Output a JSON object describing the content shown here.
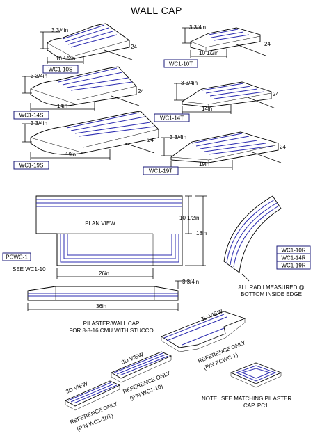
{
  "title": "WALL CAP",
  "caps": [
    {
      "id": "WC1-10S",
      "height": "3 3/4in",
      "width": "10 1/2in",
      "length": "24"
    },
    {
      "id": "WC1-10T",
      "height": "3 3/4in",
      "width": "10 1/2in",
      "length": "24"
    },
    {
      "id": "WC1-14S",
      "height": "3 3/4in",
      "width": "14in",
      "length": "24"
    },
    {
      "id": "WC1-14T",
      "height": "3 3/4in",
      "width": "14in",
      "length": "24"
    },
    {
      "id": "WC1-19S",
      "height": "3 3/4in",
      "width": "19in",
      "length": "24"
    },
    {
      "id": "WC1-19T",
      "height": "3 3/4in",
      "width": "19in",
      "length": "24"
    }
  ],
  "pilaster": {
    "plan_view": "PLAN VIEW",
    "dim_depth": "10 1/2in",
    "dim_total": "18in",
    "dim_inner": "26in",
    "dim_outer": "36in",
    "dim_height": "3 3/4in",
    "tag": "PCWC-1",
    "see": "SEE WC1-10",
    "caption_1": "PILASTER/WALL CAP",
    "caption_2": "FOR 8-8-16 CMU WITH STUCCO"
  },
  "radius": {
    "tags": [
      "WC1-10R",
      "WC1-14R",
      "WC1-19R"
    ],
    "note_1": "ALL RADII MEASURED @",
    "note_2": "BOTTOM INSIDE EDGE"
  },
  "views": [
    {
      "title": "3D VIEW",
      "ref_1": "REFERENCE ONLY",
      "ref_2": "(P/N PCWC-1)"
    },
    {
      "title": "3D VIEW",
      "ref_1": "REFERENCE ONLY",
      "ref_2": "(P/N WC1-10)"
    },
    {
      "title": "3D VIEW",
      "ref_1": "REFERENCE ONLY",
      "ref_2": "(P/N WC1-10T)"
    }
  ],
  "note": {
    "label": "NOTE:",
    "text_1": "SEE MATCHING PILASTER",
    "text_2": "CAP, PC1"
  }
}
